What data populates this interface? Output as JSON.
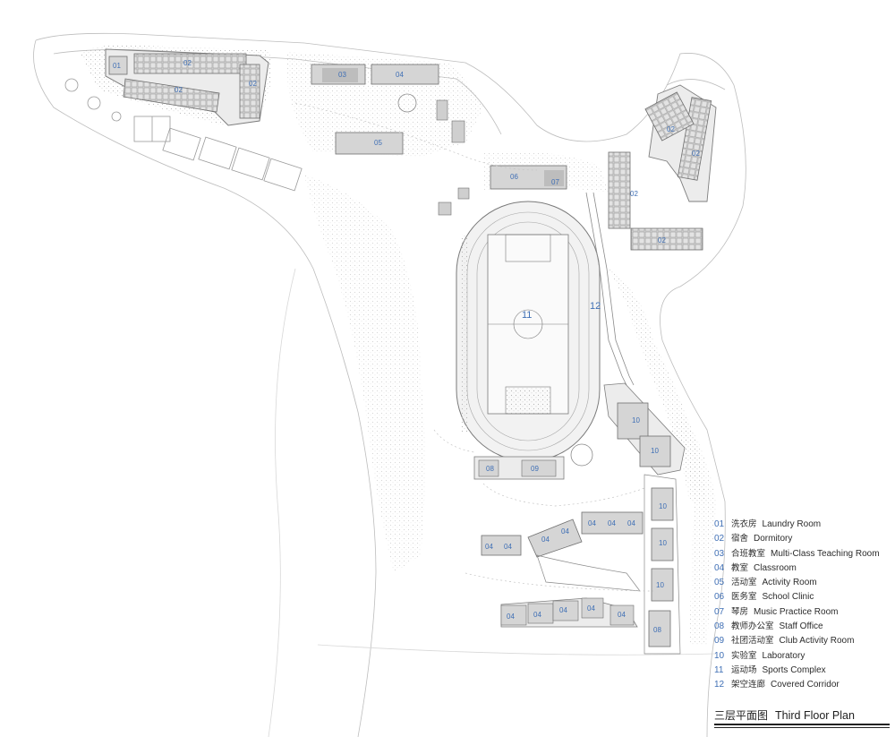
{
  "legend": [
    {
      "num": "01",
      "zh": "洗衣房",
      "en": "Laundry Room"
    },
    {
      "num": "02",
      "zh": "宿舍",
      "en": "Dormitory"
    },
    {
      "num": "03",
      "zh": "合班教室",
      "en": "Multi-Class Teaching Room"
    },
    {
      "num": "04",
      "zh": "教室",
      "en": "Classroom"
    },
    {
      "num": "05",
      "zh": "活动室",
      "en": "Activity Room"
    },
    {
      "num": "06",
      "zh": "医务室",
      "en": "School Clinic"
    },
    {
      "num": "07",
      "zh": "琴房",
      "en": "Music Practice Room"
    },
    {
      "num": "08",
      "zh": "教师办公室",
      "en": "Staff Office"
    },
    {
      "num": "09",
      "zh": "社团活动室",
      "en": "Club Activity Room"
    },
    {
      "num": "10",
      "zh": "实验室",
      "en": "Laboratory"
    },
    {
      "num": "11",
      "zh": "运动场",
      "en": "Sports Complex"
    },
    {
      "num": "12",
      "zh": "架空连廊",
      "en": "Covered Corridor"
    }
  ],
  "title": {
    "zh": "三层平面图",
    "en": "Third Floor Plan"
  },
  "colors": {
    "room_number": "#3f6fb5",
    "building_fill": "#d9d9d9",
    "line": "#8a8a8a"
  },
  "room_tags": {
    "laundry": "01",
    "dorm": "02",
    "multi_class": "03",
    "classroom": "04",
    "activity": "05",
    "clinic": "06",
    "music": "07",
    "staff": "08",
    "club": "09",
    "lab": "10",
    "sports": "11",
    "corridor": "12"
  }
}
